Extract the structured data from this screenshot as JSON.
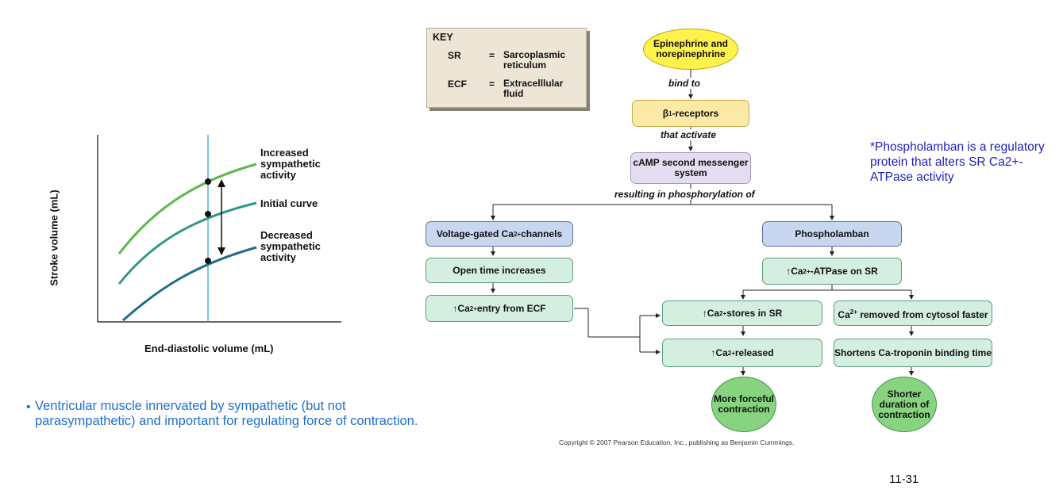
{
  "graph": {
    "ylabel": "Stroke volume (mL)",
    "xlabel": "End-diastolic volume (mL)",
    "curve_labels": {
      "increased": "Increased sympathetic activity",
      "initial": "Initial curve",
      "decreased": "Decreased sympathetic activity"
    },
    "colors": {
      "increased": "#5cb84a",
      "initial": "#2e9a86",
      "decreased": "#1e6e8a",
      "vline": "#35a7c9"
    }
  },
  "bullet": {
    "symbol": "•",
    "text": "Ventricular muscle innervated by sympathetic (but not parasympathetic) and important for regulating force of contraction."
  },
  "key": {
    "title": "KEY",
    "entries": [
      {
        "abbr": "SR",
        "eq": "=",
        "def": "Sarcoplasmic reticulum"
      },
      {
        "abbr": "ECF",
        "eq": "=",
        "def": "Extracelllular fluid"
      }
    ]
  },
  "flow": {
    "epi": "Epinephrine and norepinephrine",
    "bind_to": "bind to",
    "beta_pre": "β",
    "beta_sub": "1",
    "beta_post": "-receptors",
    "that_activate": "that activate",
    "camp": "cAMP second messenger system",
    "resulting": "resulting in phosphorylation of",
    "vg_pre": "Voltage-gated Ca",
    "vg_sup": "2+",
    "vg_post": " channels",
    "open_time": "Open time increases",
    "entry_pre": "Ca",
    "entry_sup": "2+",
    "entry_post": " entry from ECF",
    "phospholamban": "Phospholamban",
    "atpase_pre": "Ca",
    "atpase_sup": "2+",
    "atpase_post": "-ATPase on SR",
    "stores_pre": "Ca",
    "stores_sup": "2+",
    "stores_post": " stores in SR",
    "released_pre": "Ca",
    "released_sup": "2+",
    "released_post": " released",
    "removed_pre": "Ca",
    "removed_sup": "2+",
    "removed_post": " removed from cytosol faster",
    "shortens": "Shortens Ca-troponin binding time",
    "forceful": "More forceful contraction",
    "shorter": "Shorter duration of contraction",
    "up_arrow": "↑"
  },
  "note": "*Phospholamban is a regulatory protein that alters SR Ca2+-ATPase activity",
  "copyright": "Copyright © 2007 Pearson Education, Inc., publishing as Benjamin Cummings.",
  "page_number": "11-31"
}
